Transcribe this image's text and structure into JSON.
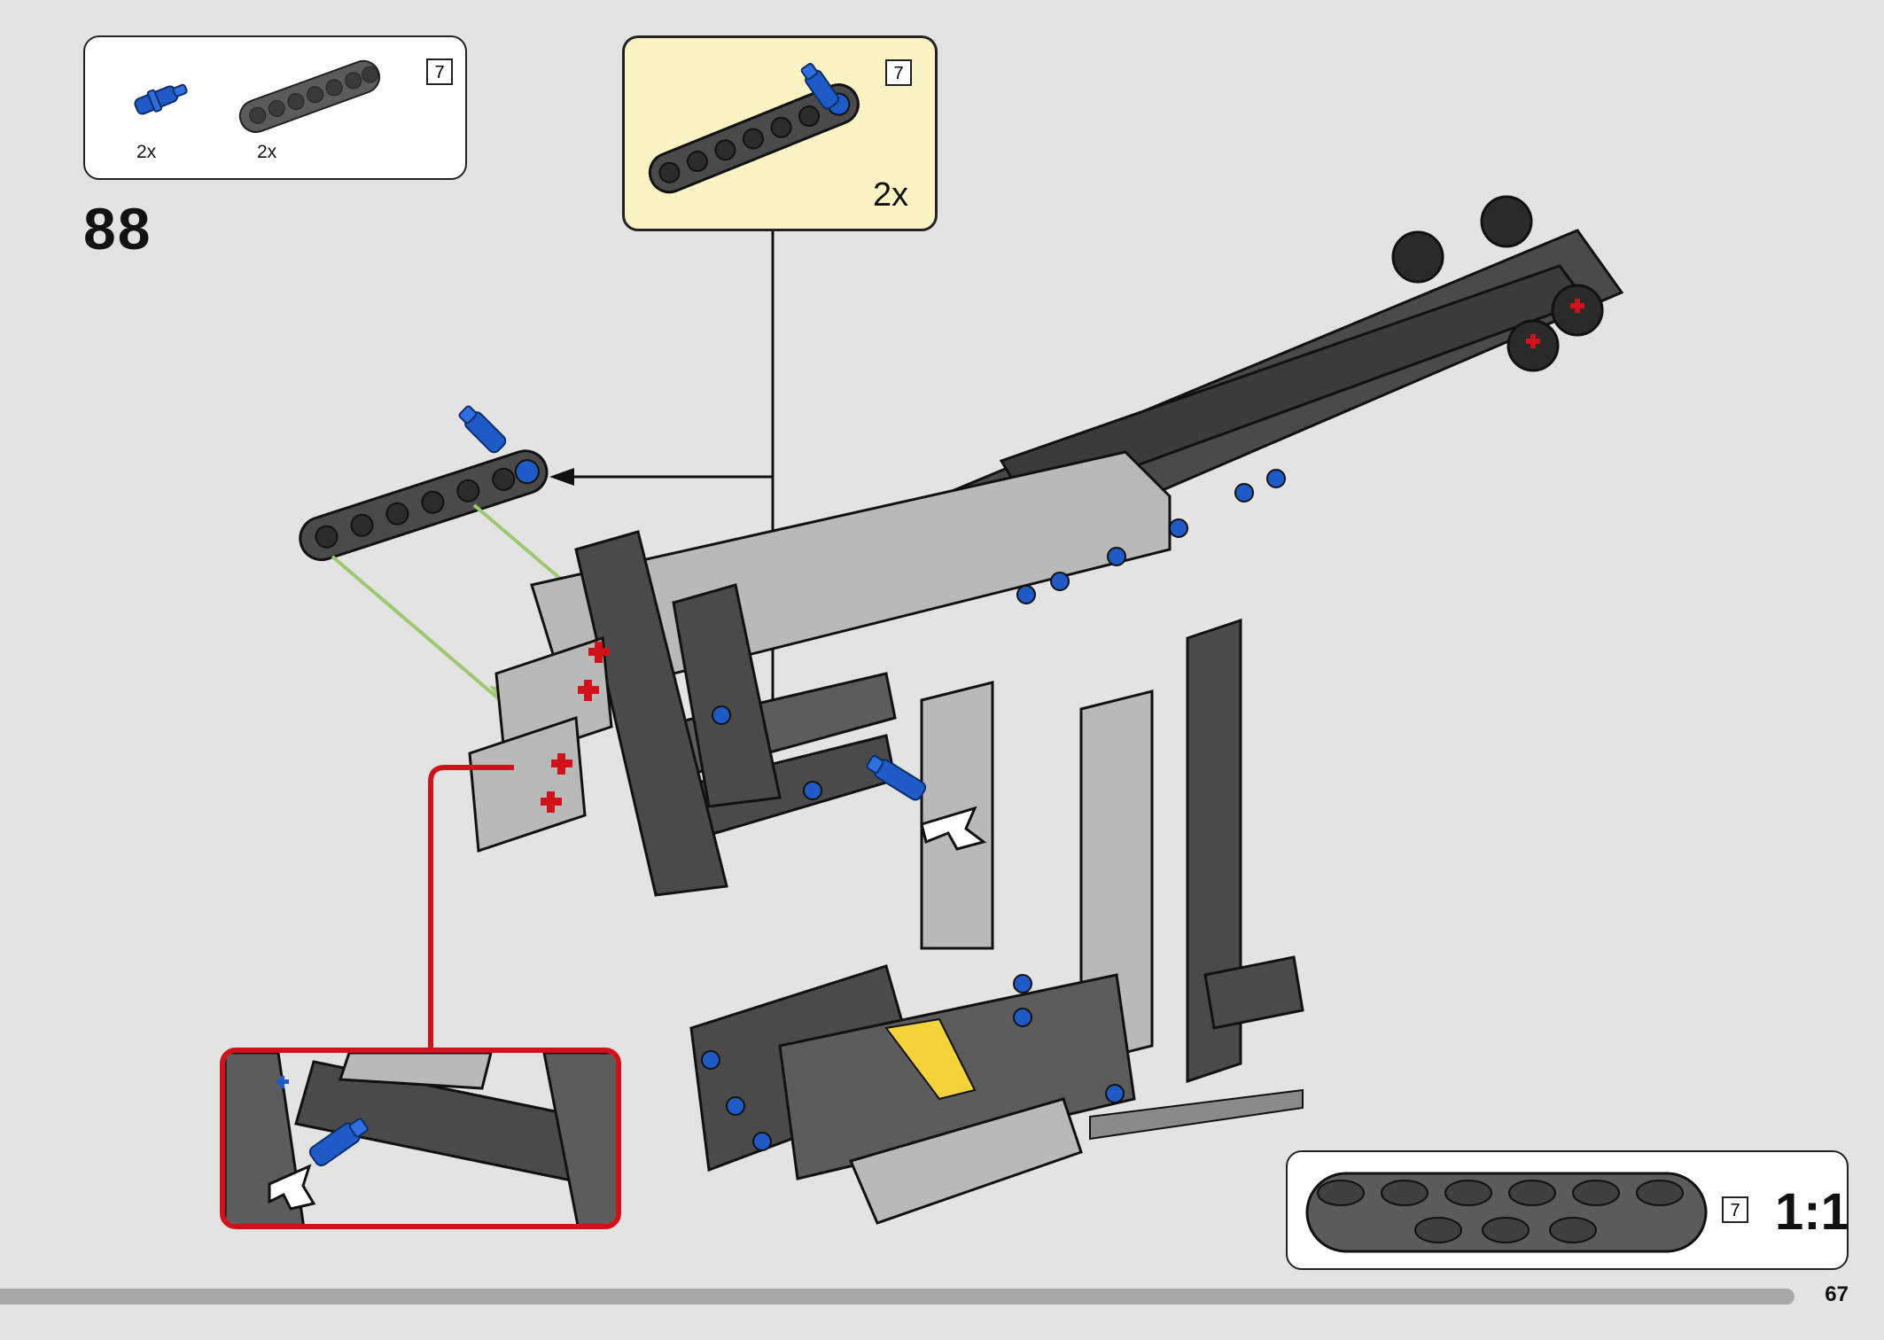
{
  "parts_list": {
    "items": [
      {
        "name": "blue-pin",
        "quantity": "2x"
      },
      {
        "name": "beam-7",
        "quantity": "2x"
      }
    ],
    "size_tag": "7"
  },
  "step": {
    "number": "88"
  },
  "sub_assembly": {
    "size_tag": "7",
    "quantity": "2x"
  },
  "scale_reference": {
    "size_tag": "7",
    "scale": "1:1"
  },
  "page": {
    "number": "67"
  },
  "colors": {
    "background": "#e3e3e3",
    "sub_assembly_bg": "#fbf3c3",
    "callout_border": "#d0121b",
    "beam_dark": "#4a4a4a",
    "beam_light": "#b9b9b9",
    "pin_blue": "#1e5bc6",
    "guide_green": "#9ec870"
  }
}
